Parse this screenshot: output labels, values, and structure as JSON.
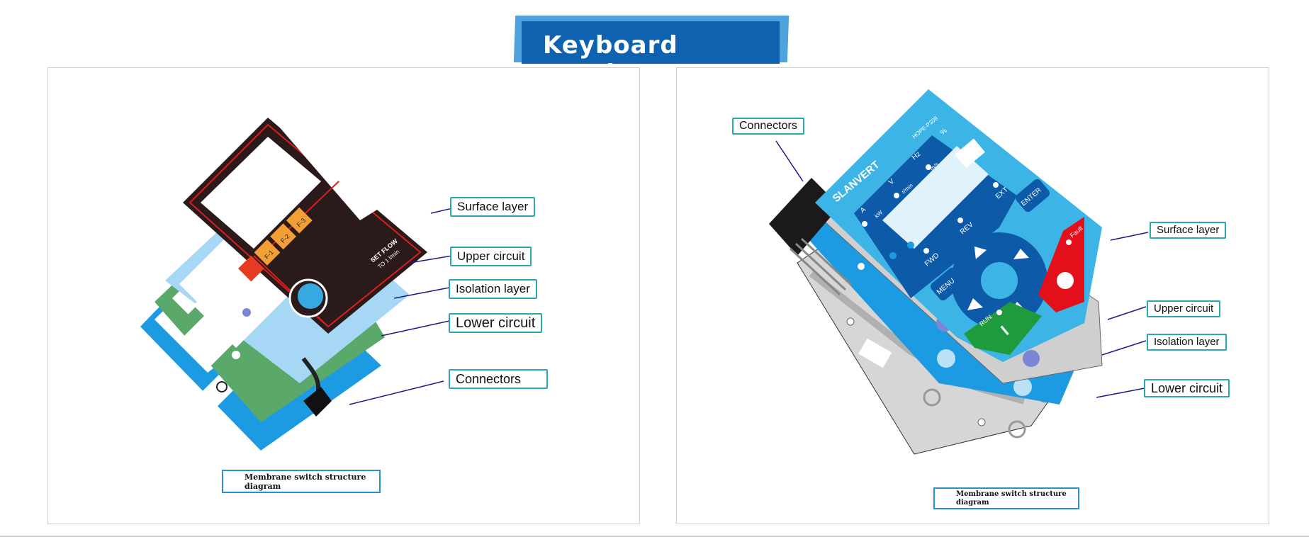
{
  "title": "Keyboard overlay",
  "left_panel": {
    "labels": {
      "surface": "Surface layer",
      "upper": "Upper circuit",
      "isolation": "Isolation layer",
      "lower": "Lower circuit",
      "connectors": "Connectors"
    },
    "caption_line1": "Membrane switch structure",
    "caption_line2": "diagram",
    "device": {
      "set_flow": "SET FLOW",
      "flow_value": "TO 1 l/min",
      "keys": [
        "F-1",
        "F-2",
        "F-3"
      ]
    }
  },
  "right_panel": {
    "labels": {
      "connectors": "Connectors",
      "surface": "Surface layer",
      "upper": "Upper circuit",
      "isolation": "Isolation layer",
      "lower": "Lower circuit"
    },
    "caption_line1": "Membrane switch structure",
    "caption_line2": "diagram",
    "device": {
      "brand": "SLANVERT",
      "model": "HOPE-P308",
      "units": [
        "A",
        "V",
        "Hz",
        "%",
        "kW",
        "r/min",
        "m/s"
      ],
      "ext": "EXT",
      "rev": "REV",
      "fwd": "FWD",
      "enter": "ENTER",
      "menu": "MENU",
      "run": "RUN",
      "fault": "Fault",
      "start_symbol": "I"
    }
  },
  "colors": {
    "title_blue": "#0e62b0",
    "title_shadow": "#4ea3dc",
    "label_border": "#29a8b0",
    "caption_border": "#2a8ed0",
    "leader_line": "#1a1a8c",
    "panel_blue": "#3cb4e6",
    "dark_blue": "#0d5aa8",
    "green_layer": "#5aa86a",
    "light_blue_layer": "#a6d8f5",
    "surface_dark": "#2a1a1a",
    "gray_layer": "#d6d6d6"
  }
}
